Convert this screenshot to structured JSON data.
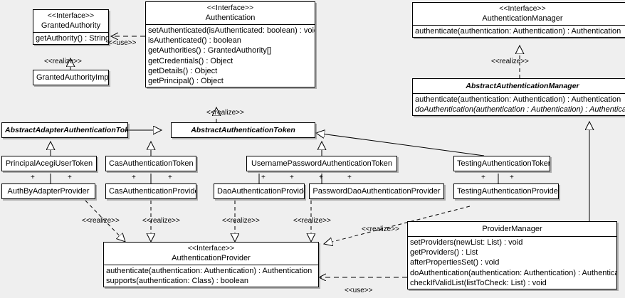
{
  "diagram": {
    "kind": "uml-class-diagram",
    "background_color": "#efefef",
    "box_fill": "#ffffff",
    "line_color": "#000000"
  },
  "classes": {
    "granted_authority": {
      "stereotype": "<<Interface>>",
      "name": "GrantedAuthority",
      "members": [
        "getAuthority() : String"
      ]
    },
    "granted_authority_impl": {
      "name": "GrantedAuthorityImpl"
    },
    "authentication": {
      "stereotype": "<<Interface>>",
      "name": "Authentication",
      "members": [
        "setAuthenticated(isAuthenticated: boolean) : void",
        "isAuthenticated() : boolean",
        "getAuthorities() : GrantedAuthority[]",
        "getCredentials() : Object",
        "getDetails() : Object",
        "getPrincipal() : Object"
      ]
    },
    "authentication_manager": {
      "stereotype": "<<Interface>>",
      "name": "AuthenticationManager",
      "members": [
        "authenticate(authentication: Authentication) : Authentication"
      ]
    },
    "abstract_authentication_manager": {
      "name": "AbstractAuthenticationManager",
      "members": [
        "authenticate(authentication: Authentication) : Authentication",
        "doAuthentication(authentication : Authentication) : Authentication"
      ]
    },
    "abstract_adapter_authentication_token": {
      "name": "AbstractAdapterAuthenticationToken"
    },
    "abstract_authentication_token": {
      "name": "AbstractAuthenticationToken"
    },
    "principal_acegi_user_token": {
      "name": "PrincipalAcegiUserToken"
    },
    "cas_authentication_token": {
      "name": "CasAuthenticationToken"
    },
    "username_password_authentication_token": {
      "name": "UsernamePasswordAuthenticationToken"
    },
    "testing_authentication_token": {
      "name": "TestingAuthenticationToken"
    },
    "auth_by_adapter_provider": {
      "name": "AuthByAdapterProvider"
    },
    "cas_authentication_provider": {
      "name": "CasAuthenticationProvider"
    },
    "dao_authentication_provider": {
      "name": "DaoAuthenticationProvider"
    },
    "password_dao_authentication_provider": {
      "name": "PasswordDaoAuthenticationProvider"
    },
    "testing_authentication_provider": {
      "name": "TestingAuthenticationProvider"
    },
    "authentication_provider": {
      "stereotype": "<<Interface>>",
      "name": "AuthenticationProvider",
      "members": [
        "authenticate(authentication: Authentication) : Authentication",
        "supports(authentication: Class) : boolean"
      ]
    },
    "provider_manager": {
      "name": "ProviderManager",
      "members": [
        "setProviders(newList: List) : void",
        "getProviders() : List",
        "afterPropertiesSet() : void",
        "doAuthentication(authentication: Authentication) : Authentication",
        "checkIfValidList(listToCheck: List) : void"
      ]
    }
  },
  "edge_labels": {
    "use_authentication_granted_authority": "<<use>>",
    "realize_granted_authority_impl": "<<realize>>",
    "realize_authentication_token": "<<realize>>",
    "realize_abstract_auth_manager": "<<realize>>",
    "realize_auth_by_adapter": "<<realize>>",
    "realize_cas_provider": "<<realize>>",
    "realize_dao_provider": "<<realize>>",
    "realize_password_dao_provider": "<<realize>>",
    "realize_testing_provider": "<<realize>>",
    "use_provider_manager": "<<use>>"
  },
  "association_marks": {
    "plus": "+"
  }
}
